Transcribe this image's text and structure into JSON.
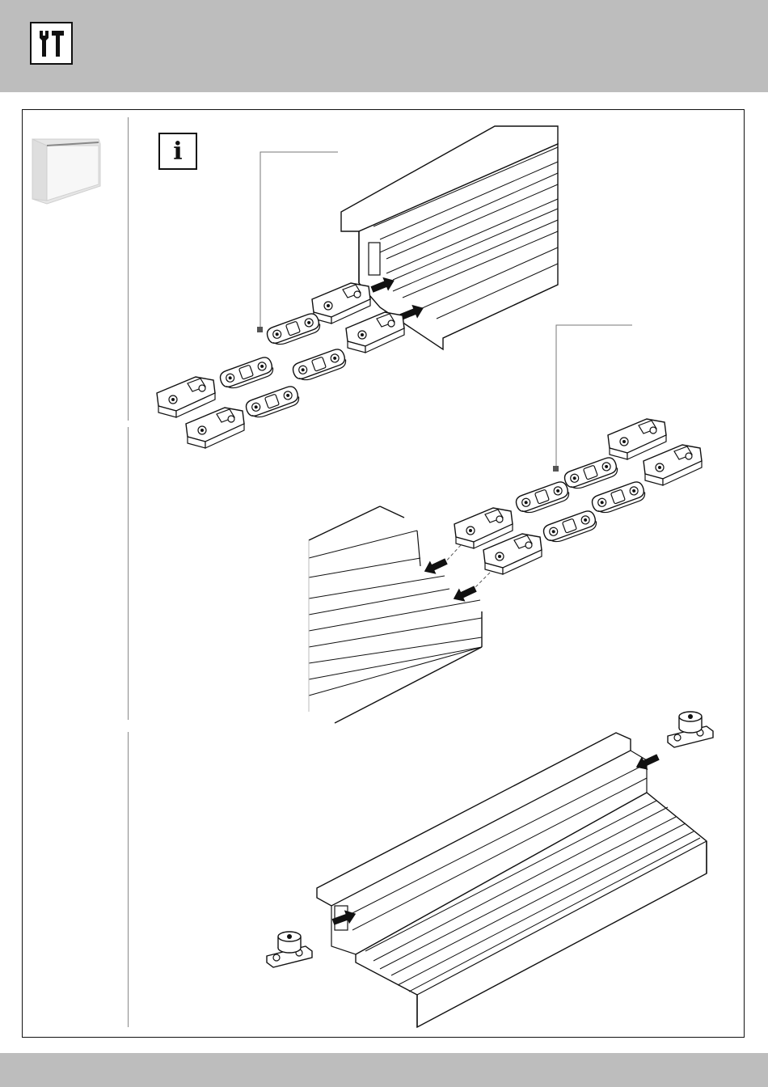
{
  "header": {
    "icon": "tools-icon"
  },
  "info": {
    "label": "i",
    "icon": "info-icon"
  },
  "thumbnail": {
    "icon": "wardrobe-icon"
  },
  "steps": [
    {
      "name": "insert-runners-into-top-track"
    },
    {
      "name": "insert-runners-into-bottom-track"
    },
    {
      "name": "insert-guide-wheels-into-track"
    }
  ],
  "colors": {
    "header_bar": "#bdbdbd",
    "line": "#111111",
    "part_fill": "#ffffff"
  }
}
